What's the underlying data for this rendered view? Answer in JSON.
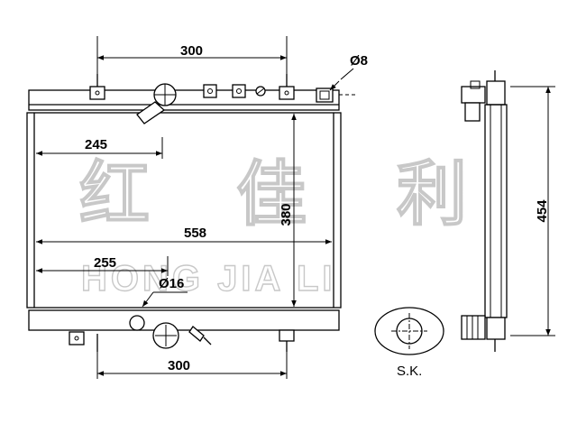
{
  "drawing": {
    "dimensions": {
      "top_300": "300",
      "bottom_300": "300",
      "d245": "245",
      "d558": "558",
      "d255": "255",
      "d380": "380",
      "d454": "454",
      "dia8": "Ø8",
      "dia16": "Ø16"
    },
    "detail_label": "S.K.",
    "watermark": {
      "chinese": [
        "红",
        "佳",
        "利"
      ],
      "english": "HONG JIA LI"
    }
  }
}
